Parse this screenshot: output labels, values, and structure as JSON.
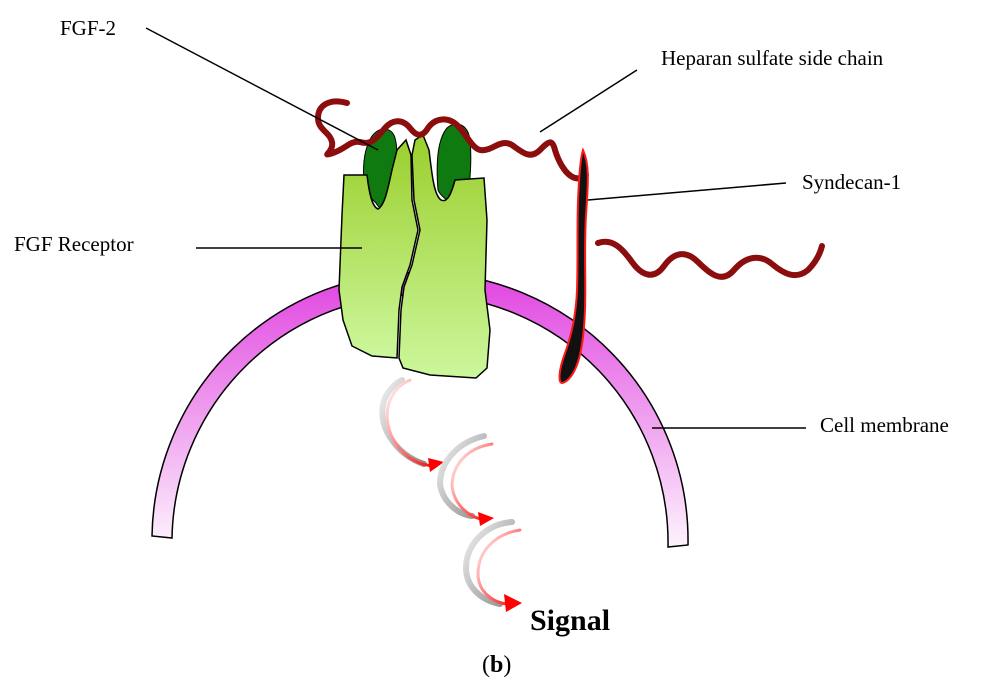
{
  "labels": {
    "fgf2": "FGF-2",
    "heparan": "Heparan sulfate side chain",
    "syndecan": "Syndecan-1",
    "receptor": "FGF Receptor",
    "membrane": "Cell membrane",
    "signal": "Signal"
  },
  "panel": {
    "open": "(",
    "letter": "b",
    "close": ")"
  },
  "colors": {
    "membrane_top": "#e043e0",
    "membrane_bottom": "#fdf3fd",
    "receptor_top": "#9bcf2e",
    "receptor_bottom": "#ccf79c",
    "fgf2": "#0f7a0f",
    "heparan_chain": "#8b0d0d",
    "syndecan_core": "#111111",
    "syndecan_outline": "#ff1a1a",
    "signal_arrow": "#ff0000",
    "signal_arrow_shadow": "#8c8c8c"
  }
}
